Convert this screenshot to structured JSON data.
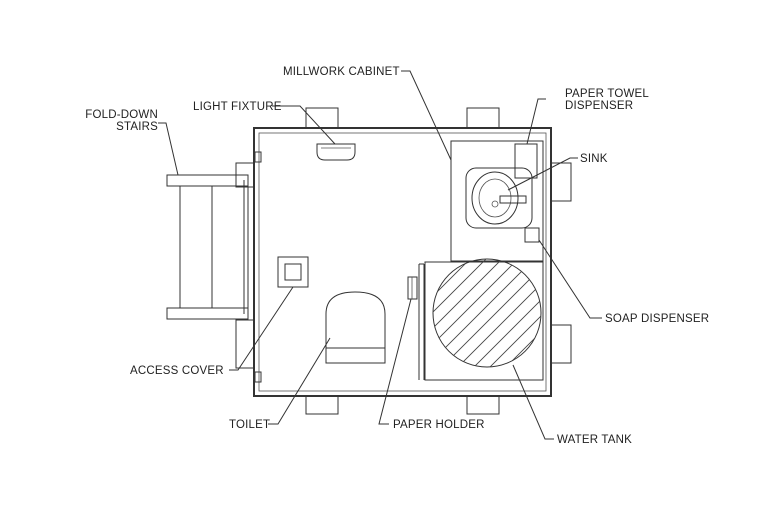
{
  "labels": {
    "fold_down_stairs_1": "FOLD-DOWN",
    "fold_down_stairs_2": "STAIRS",
    "light_fixture": "LIGHT FIXTURE",
    "millwork_cabinet": "MILLWORK CABINET",
    "paper_towel_dispenser_1": "PAPER TOWEL",
    "paper_towel_dispenser_2": "DISPENSER",
    "sink": "SINK",
    "soap_dispenser": "SOAP DISPENSER",
    "access_cover": "ACCESS COVER",
    "toilet": "TOILET",
    "paper_holder": "PAPER HOLDER",
    "water_tank": "WATER TANK"
  },
  "colors": {
    "line": "#333333",
    "background": "#ffffff"
  }
}
